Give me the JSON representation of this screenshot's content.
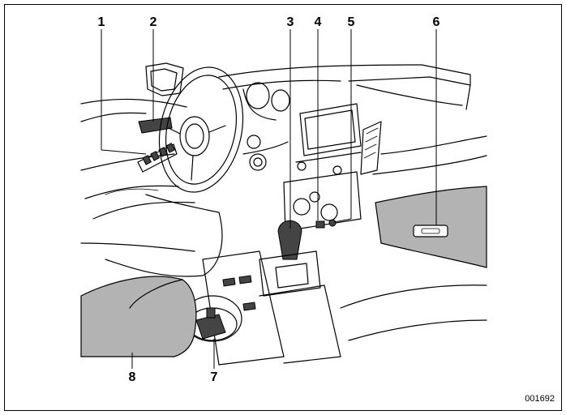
{
  "callouts": [
    {
      "label": "1"
    },
    {
      "label": "2"
    },
    {
      "label": "3"
    },
    {
      "label": "4"
    },
    {
      "label": "5"
    },
    {
      "label": "6"
    },
    {
      "label": "7"
    },
    {
      "label": "8"
    }
  ],
  "figure_code": "001692",
  "colors": {
    "highlight": "#b3b3b3",
    "line": "#000000",
    "background": "#ffffff"
  }
}
